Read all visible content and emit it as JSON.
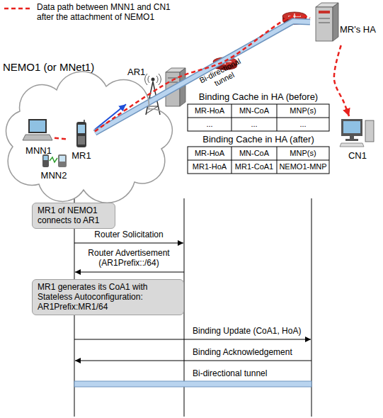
{
  "diagram": {
    "nodes": [
      {
        "text": [
          "NEMO1 (or MNet1)"
        ]
      },
      {
        "text": [
          "MNN1"
        ],
        "in": 0
      },
      {
        "text": [
          "MR1"
        ],
        "in": 0
      },
      {
        "text": [
          "MNN2"
        ],
        "in": 0
      },
      {
        "text": [
          "AR1"
        ]
      },
      {
        "text": [
          "MR's HA"
        ]
      },
      {
        "text": [
          "CN1"
        ]
      },
      {
        "text": [
          "MR1 of NEMO1 connects to AR1"
        ]
      },
      {
        "text": [
          "MR1 generates its CoA1 with Stateless Autoconfiguration: AR1Prefix:MR1/64"
        ]
      }
    ],
    "edges": [
      {
        "from": 1,
        "to": 2,
        "arrow": "none"
      },
      {
        "from": 2,
        "to": 4,
        "arrow": "to"
      },
      {
        "from": 2,
        "to": 5,
        "arrow": "none",
        "label": "Bi-directional tunnel"
      },
      {
        "from": 2,
        "to": 5,
        "arrow": "none"
      },
      {
        "from": 5,
        "to": 6,
        "arrow": "to"
      }
    ],
    "labels": [
      "Binding Cache in HA (before)",
      "MR-HoA",
      "MN-CoA",
      "MNP(s)",
      "...",
      "...",
      "...",
      "Binding Cache in HA (after)",
      "MR-HoA",
      "MN-CoA",
      "MNP(s)",
      "MR1-HoA",
      "MR1-CoA1",
      "NEMO1-MNP",
      "Router Solicitation",
      "Router Advertisement (AR1Prefix::/64)",
      "Binding Update (CoA1, HoA)",
      "Binding Acknowledgement",
      "Bi-directional tunnel"
    ],
    "legend": [
      {
        "text": "Data path between MNN1 and CN1 after the attachment of NEMO1"
      }
    ]
  }
}
